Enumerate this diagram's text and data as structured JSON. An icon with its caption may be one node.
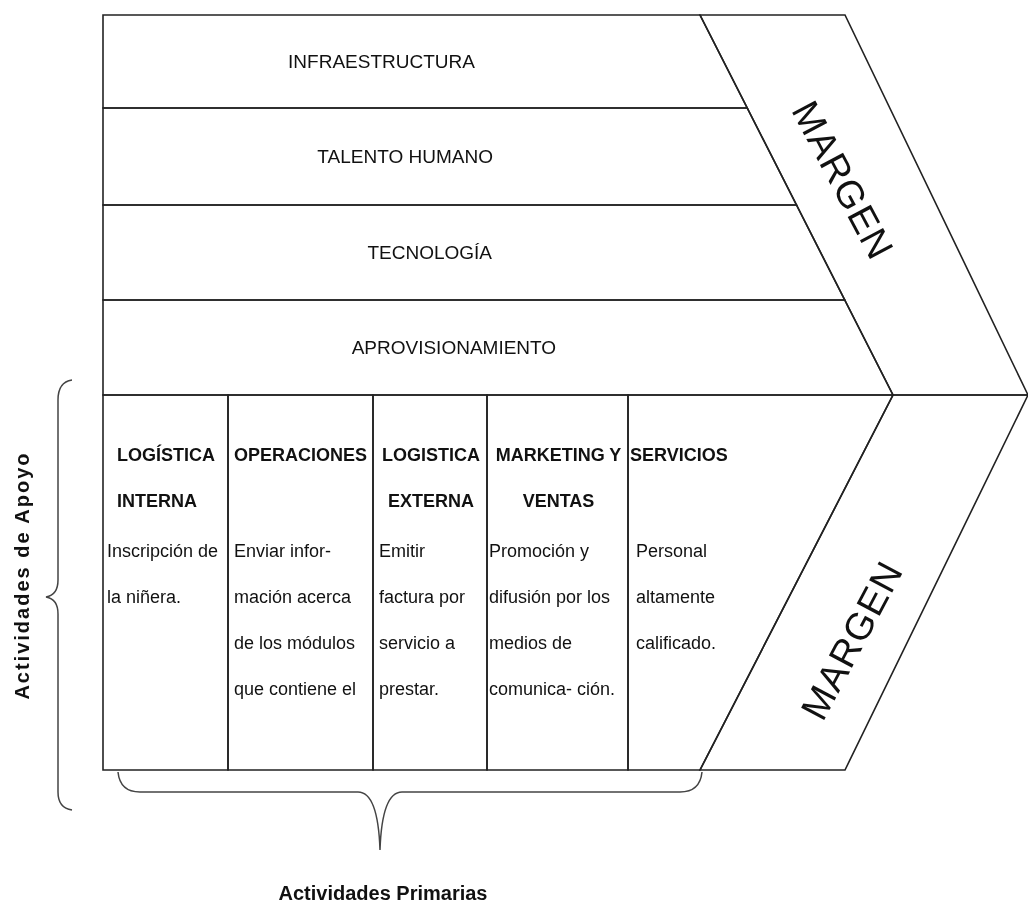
{
  "diagram": {
    "nodes": [
      {
        "text": [
          "INFRAESTRUCTURA"
        ]
      },
      {
        "text": [
          "TALENTO HUMANO"
        ]
      },
      {
        "text": [
          "TECNOLOGÍA"
        ]
      },
      {
        "text": [
          "APROVISIONAMIENTO"
        ]
      },
      {
        "text": [
          "LOGÍSTICA INTERNA",
          "Inscripción de la niñera."
        ]
      },
      {
        "text": [
          "OPERACIONES",
          "Enviar infor- mación acerca de los módulos que contiene el"
        ]
      },
      {
        "text": [
          "LOGISTICA EXTERNA",
          "Emitir factura por servicio a prestar."
        ]
      },
      {
        "text": [
          "MARKETING Y VENTAS",
          "Promoción y difusión por los medios de comunica- ción."
        ]
      },
      {
        "text": [
          "SERVICIOS",
          "Personal altamente calificado."
        ]
      },
      {
        "text": [
          "MARGEN"
        ]
      },
      {
        "text": [
          "MARGEN"
        ]
      }
    ],
    "labels": [
      "Actividades de Apoyo",
      "Actividades Primarias"
    ]
  }
}
